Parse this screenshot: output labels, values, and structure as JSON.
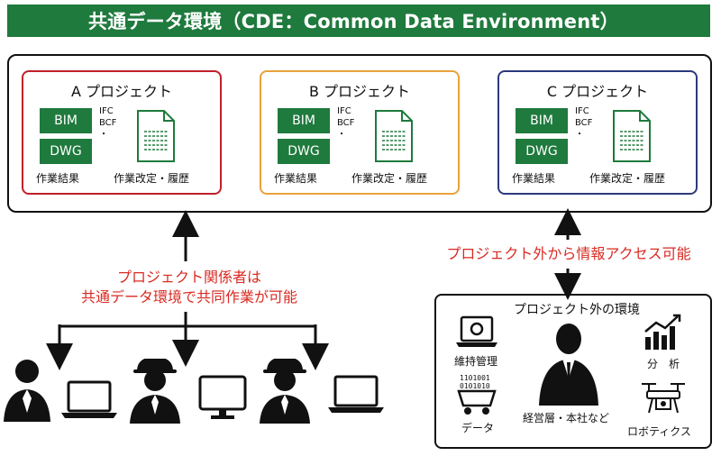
{
  "title": "共通データ環境（CDE：Common Data Environment）",
  "projects": [
    {
      "title": "A プロジェクト",
      "border_color": "#c0202b"
    },
    {
      "title": "B プロジェクト",
      "border_color": "#e8a23a"
    },
    {
      "title": "C プロジェクト",
      "border_color": "#2c3a7c"
    }
  ],
  "tags": {
    "bim": "BIM",
    "dwg": "DWG"
  },
  "formats": {
    "ifc": "IFC",
    "bcf": "BCF",
    "dot": "・"
  },
  "captions": {
    "results": "作業結果",
    "revisions": "作業改定・履歴"
  },
  "left_message": [
    "プロジェクト関係者は",
    "共通データ環境で共同作業が可能"
  ],
  "right_message": "プロジェクト外から情報アクセス可能",
  "external": {
    "title": "プロジェクト外の環境",
    "maintenance": "維持管理",
    "data": "データ",
    "management": "経営層・本社など",
    "analysis": "分　析",
    "robotics": "ロボティクス"
  },
  "colors": {
    "green": "#1f7a3d",
    "red": "#d92a22"
  }
}
